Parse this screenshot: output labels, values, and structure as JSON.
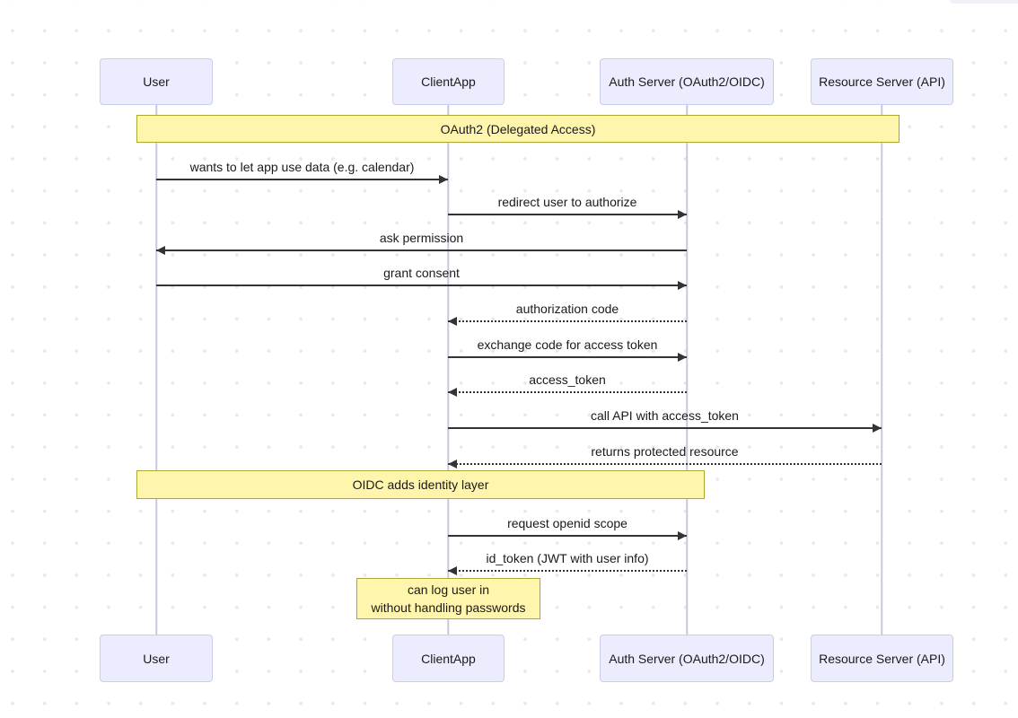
{
  "diagram": {
    "type": "sequence-diagram",
    "topic": "OAuth2 / OIDC flow",
    "participants": [
      {
        "name": "User"
      },
      {
        "name": "ClientApp"
      },
      {
        "name": "Auth Server (OAuth2/OIDC)"
      },
      {
        "name": "Resource Server (API)"
      }
    ],
    "notes": [
      {
        "label": "OAuth2 (Delegated Access)",
        "over": [
          "User",
          "Resource Server (API)"
        ]
      },
      {
        "label": "OIDC adds identity layer",
        "over": [
          "User",
          "Auth Server (OAuth2/OIDC)"
        ]
      },
      {
        "lines": [
          "can log user in",
          "without handling passwords"
        ],
        "over": [
          "ClientApp"
        ]
      }
    ],
    "messages": [
      {
        "from": "User",
        "to": "ClientApp",
        "label": "wants to let app use data (e.g. calendar)",
        "line": "solid",
        "direction": "right"
      },
      {
        "from": "ClientApp",
        "to": "Auth Server (OAuth2/OIDC)",
        "label": "redirect user to authorize",
        "line": "solid",
        "direction": "right"
      },
      {
        "from": "Auth Server (OAuth2/OIDC)",
        "to": "User",
        "label": "ask permission",
        "line": "solid",
        "direction": "left"
      },
      {
        "from": "User",
        "to": "Auth Server (OAuth2/OIDC)",
        "label": "grant consent",
        "line": "solid",
        "direction": "right"
      },
      {
        "from": "Auth Server (OAuth2/OIDC)",
        "to": "ClientApp",
        "label": "authorization code",
        "line": "dotted",
        "direction": "left"
      },
      {
        "from": "ClientApp",
        "to": "Auth Server (OAuth2/OIDC)",
        "label": "exchange code for access token",
        "line": "solid",
        "direction": "right"
      },
      {
        "from": "Auth Server (OAuth2/OIDC)",
        "to": "ClientApp",
        "label": "access_token",
        "line": "dotted",
        "direction": "left"
      },
      {
        "from": "ClientApp",
        "to": "Resource Server (API)",
        "label": "call API with access_token",
        "line": "solid",
        "direction": "right"
      },
      {
        "from": "Resource Server (API)",
        "to": "ClientApp",
        "label": "returns protected resource",
        "line": "dotted",
        "direction": "left"
      },
      {
        "from": "ClientApp",
        "to": "Auth Server (OAuth2/OIDC)",
        "label": "request openid scope",
        "line": "solid",
        "direction": "right"
      },
      {
        "from": "Auth Server (OAuth2/OIDC)",
        "to": "ClientApp",
        "label": "id_token (JWT with user info)",
        "line": "dotted",
        "direction": "left"
      }
    ],
    "colors": {
      "actor_fill": "#ECECFF",
      "actor_border": "#CCCCF0",
      "note_fill": "#FFF5AD",
      "note_border": "#AAAA33",
      "message_line": "#343434",
      "lifeline": "#C8C8DC",
      "background_dots": "#E8E8EB",
      "corner_widget": "#F1F2F7"
    }
  }
}
